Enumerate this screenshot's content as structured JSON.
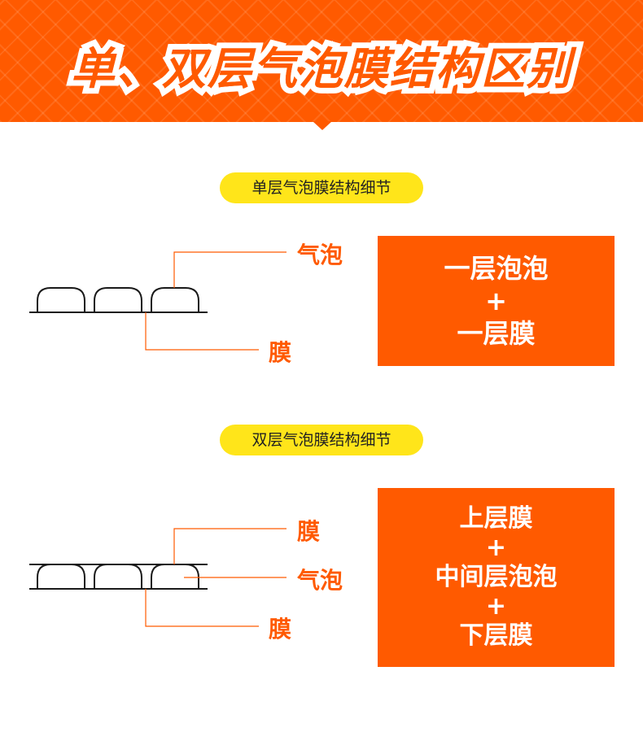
{
  "header": {
    "title": "单、双层气泡膜结构区别"
  },
  "single": {
    "pill": "单层气泡膜结构细节",
    "label_bubble": "气泡",
    "label_film": "膜",
    "box_line1": "一层泡泡",
    "box_plus": "+",
    "box_line2": "一层膜"
  },
  "double": {
    "pill": "双层气泡膜结构细节",
    "label_top_film": "膜",
    "label_bubble": "气泡",
    "label_bottom_film": "膜",
    "box_line1": "上层膜",
    "box_plus1": "+",
    "box_line2": "中间层泡泡",
    "box_plus2": "+",
    "box_line3": "下层膜"
  },
  "colors": {
    "accent": "#ff5a00",
    "pill": "#ffe51a",
    "line": "#1a1a1a"
  }
}
